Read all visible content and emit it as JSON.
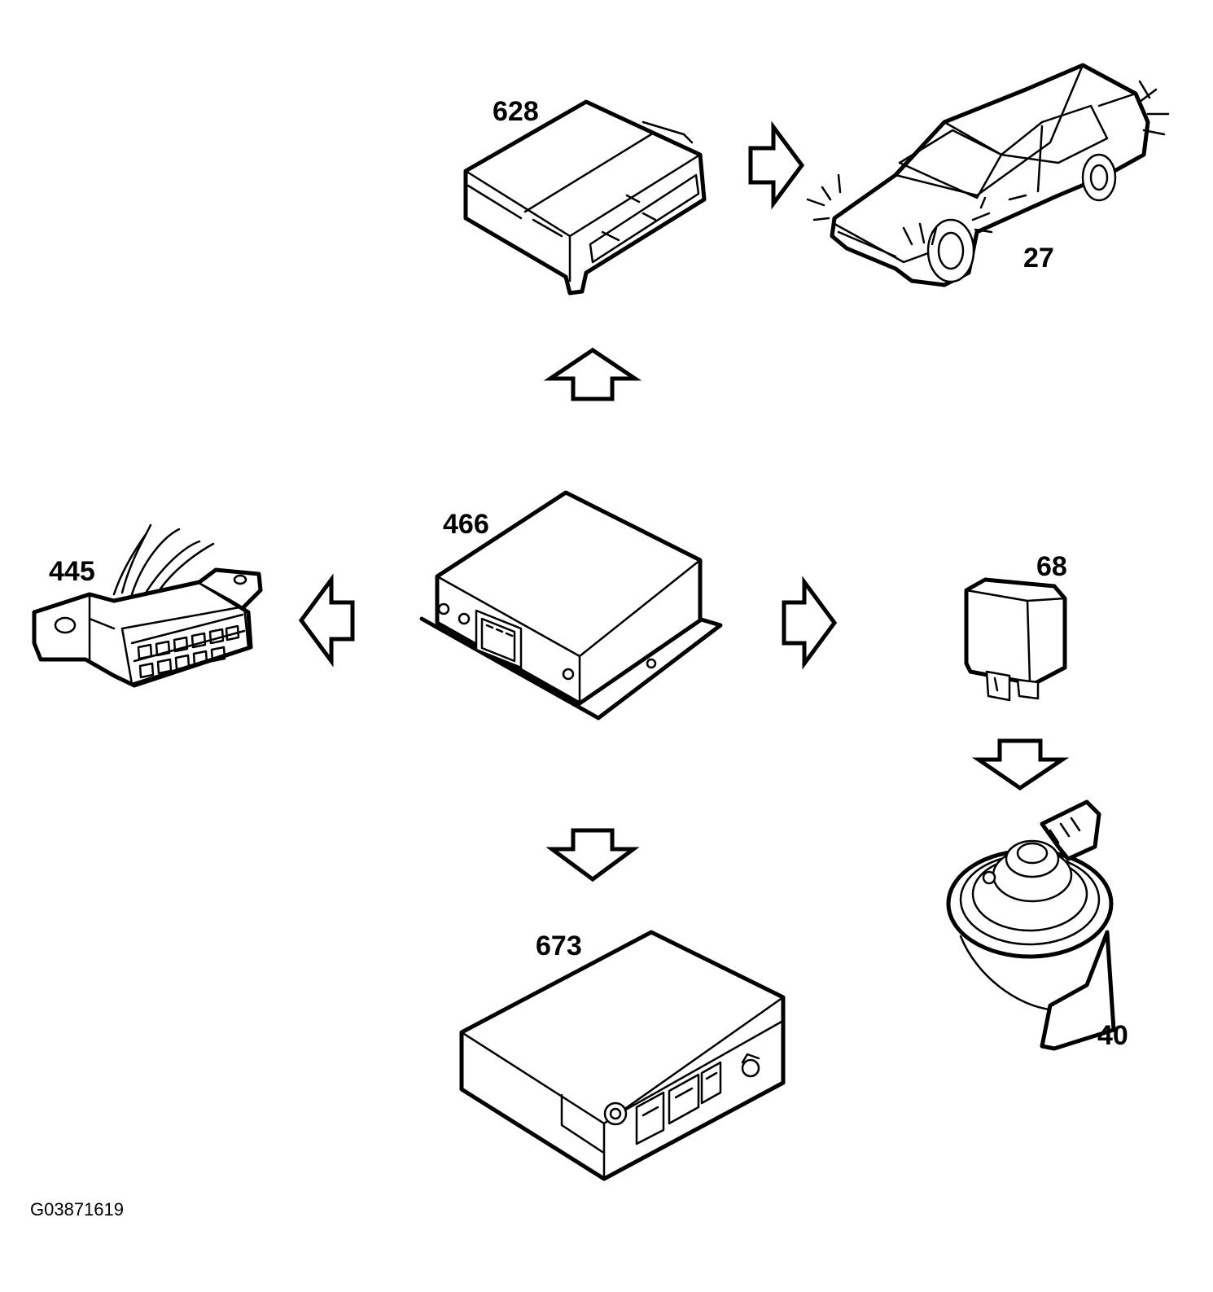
{
  "components": [
    {
      "id": "628",
      "label": "628"
    },
    {
      "id": "27",
      "label": "27"
    },
    {
      "id": "466",
      "label": "466"
    },
    {
      "id": "445",
      "label": "445"
    },
    {
      "id": "68",
      "label": "68"
    },
    {
      "id": "40",
      "label": "40"
    },
    {
      "id": "673",
      "label": "673"
    }
  ],
  "connections": [
    {
      "from": "466",
      "to": "628"
    },
    {
      "from": "628",
      "to": "27"
    },
    {
      "from": "466",
      "to": "445"
    },
    {
      "from": "466",
      "to": "68"
    },
    {
      "from": "68",
      "to": "40"
    },
    {
      "from": "466",
      "to": "673"
    }
  ],
  "figure_id": "G03871619"
}
